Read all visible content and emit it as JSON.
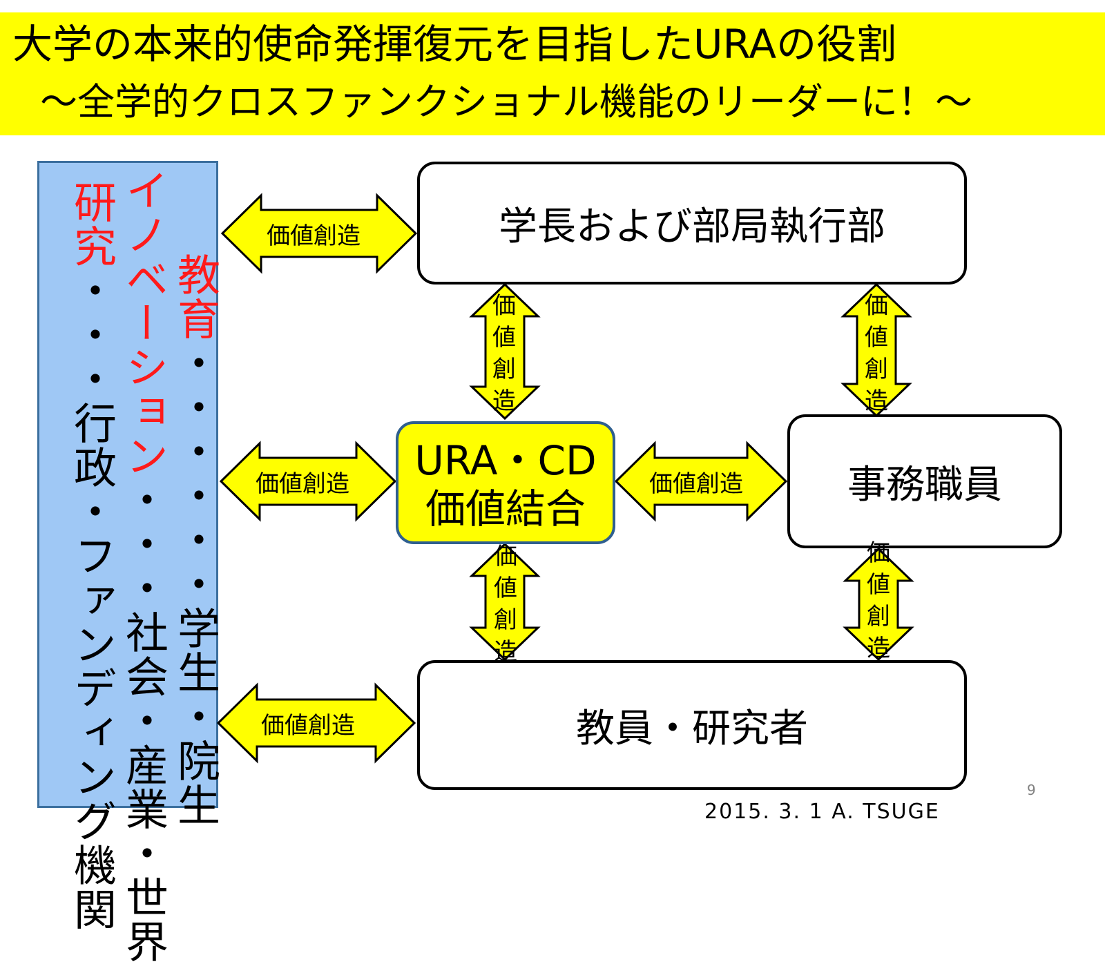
{
  "header": {
    "title": "大学の本来的使命発揮復元を目指したURAの役割",
    "subtitle": "～全学的クロスファンクショナル機能のリーダーに！～"
  },
  "left_panel": {
    "col_research_red": "研究",
    "col_research_rest": "・・・行政・ファンディング機関",
    "col_innovation_red": "イノベーション",
    "col_innovation_rest": "・・・社会・産業・世界",
    "col_education_red": "教育",
    "col_education_rest": "・・・・・・学生・院生"
  },
  "nodes": {
    "executive": "学長および部局執行部",
    "ura_line1": "URA・CD",
    "ura_line2": "価値結合",
    "office_staff": "事務職員",
    "faculty": "教員・研究者"
  },
  "arrow_label": "価値創造",
  "arrow_label_chars": [
    "価",
    "値",
    "創",
    "造"
  ],
  "colors": {
    "banner": "#ffff00",
    "arrow_fill": "#ffff00",
    "panel": "#9fc8f5",
    "red_text": "#ff1a1a"
  },
  "footer": {
    "credit": "2015. 3. 1 A. TSUGE",
    "page_number": "9"
  }
}
